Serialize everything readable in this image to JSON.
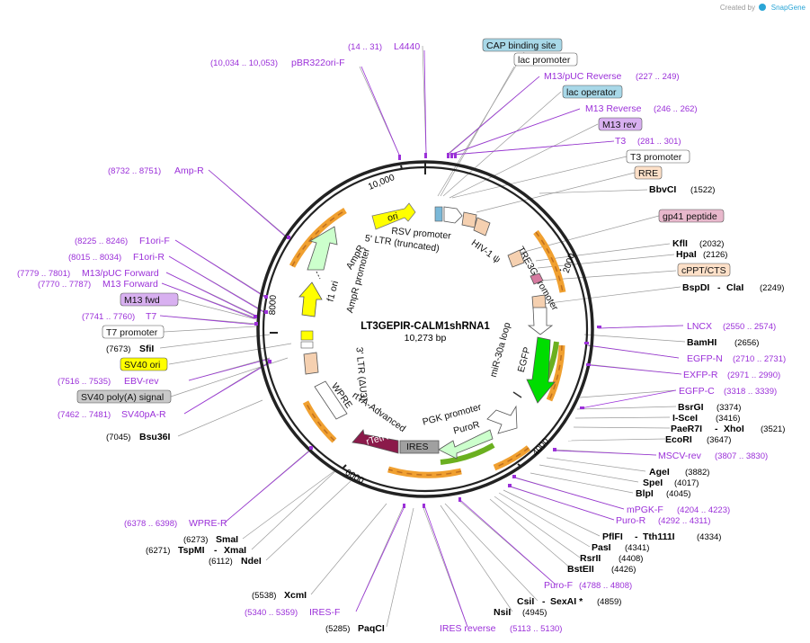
{
  "credit": {
    "text": "Created by",
    "brand": "SnapGene"
  },
  "plasmid": {
    "name": "LT3GEPIR-CALM1shRNA1",
    "length": "10,273 bp"
  },
  "ticks": [
    "10,000",
    "2000",
    "4000",
    "6000",
    "8000"
  ],
  "features_on_map": [
    "ori",
    "RSV promoter",
    "5' LTR (truncated)",
    "HIV-1 ψ",
    "TRE3G promoter",
    "AmpR",
    "AmpR promoter",
    "f1 ori",
    "3' LTR (ΔU3)",
    "WPRE",
    "rtTA-Advanced",
    "rTetR",
    "IRES",
    "PGK promoter",
    "PuroR",
    "miR-30a loop",
    "EGFP"
  ],
  "annotations": {
    "l4440": {
      "coord": "(14 .. 31)",
      "name": "L4440"
    },
    "pbr322": {
      "coord": "(10,034 .. 10,053)",
      "name": "pBR322ori-F"
    },
    "cap": {
      "name": "CAP binding site"
    },
    "lacprom": {
      "name": "lac promoter"
    },
    "m13puc_rev": {
      "name": "M13/pUC Reverse",
      "coord": "(227 .. 249)"
    },
    "lacop": {
      "name": "lac operator"
    },
    "m13rev": {
      "name": "M13 Reverse",
      "coord": "(246 .. 262)"
    },
    "m13revbox": {
      "name": "M13 rev"
    },
    "t3": {
      "name": "T3",
      "coord": "(281 .. 301)"
    },
    "t3prom": {
      "name": "T3 promoter"
    },
    "rre": {
      "name": "RRE"
    },
    "bbvci": {
      "name": "BbvCI",
      "coord": "(1522)"
    },
    "gp41": {
      "name": "gp41 peptide"
    },
    "kfli": {
      "name": "KflI",
      "coord": "(2032)"
    },
    "hpai": {
      "name": "HpaI",
      "coord": "(2126)"
    },
    "cppt": {
      "name": "cPPT/CTS"
    },
    "bspdi": {
      "name": "BspDI",
      "sep": "-",
      "name2": "ClaI",
      "coord": "(2249)"
    },
    "lncx": {
      "name": "LNCX",
      "coord": "(2550 .. 2574)"
    },
    "bamhi": {
      "name": "BamHI",
      "coord": "(2656)"
    },
    "egfpn": {
      "name": "EGFP-N",
      "coord": "(2710 .. 2731)"
    },
    "exfpr": {
      "name": "EXFP-R",
      "coord": "(2971 .. 2990)"
    },
    "egfpc": {
      "name": "EGFP-C",
      "coord": "(3318 .. 3339)"
    },
    "bsrgi": {
      "name": "BsrGI",
      "coord": "(3374)"
    },
    "iscei": {
      "name": "I-SceI",
      "coord": "(3416)"
    },
    "paer7i": {
      "name": "PaeR7I",
      "sep": "-",
      "name2": "XhoI",
      "coord": "(3521)"
    },
    "ecori": {
      "name": "EcoRI",
      "coord": "(3647)"
    },
    "msvc": {
      "name": "MSCV-rev",
      "coord": "(3807 .. 3830)"
    },
    "agei": {
      "name": "AgeI",
      "coord": "(3882)"
    },
    "spei": {
      "name": "SpeI",
      "coord": "(4017)"
    },
    "blpi": {
      "name": "BlpI",
      "coord": "(4045)"
    },
    "mpgkf": {
      "name": "mPGK-F",
      "coord": "(4204 .. 4223)"
    },
    "puror": {
      "name": "Puro-R",
      "coord": "(4292 .. 4311)"
    },
    "pflfi": {
      "name": "PflFI",
      "sep": "-",
      "name2": "Tth111I",
      "coord": "(4334)"
    },
    "pasi": {
      "name": "PasI",
      "coord": "(4341)"
    },
    "rsrii": {
      "name": "RsrII",
      "coord": "(4408)"
    },
    "bsteii": {
      "name": "BstEII",
      "coord": "(4426)"
    },
    "purof": {
      "name": "Puro-F",
      "coord": "(4788 .. 4808)"
    },
    "csii": {
      "name": "CsiI",
      "sep": "-",
      "name2": "SexAI *",
      "coord": "(4859)"
    },
    "nsii": {
      "name": "NsiI",
      "coord": "(4945)"
    },
    "iresrev": {
      "name": "IRES reverse",
      "coord": "(5113 .. 5130)"
    },
    "paqci": {
      "coord": "(5285)",
      "name": "PaqCI"
    },
    "iresf": {
      "coord": "(5340 .. 5359)",
      "name": "IRES-F"
    },
    "xcmi": {
      "coord": "(5538)",
      "name": "XcmI"
    },
    "ndei": {
      "coord": "(6112)",
      "name": "NdeI"
    },
    "tspmi": {
      "coord": "(6271)",
      "name": "TspMI",
      "sep": "-",
      "name2": "XmaI"
    },
    "smai": {
      "coord": "(6273)",
      "name": "SmaI"
    },
    "wprer": {
      "coord": "(6378 .. 6398)",
      "name": "WPRE-R"
    },
    "bsu36i": {
      "coord": "(7045)",
      "name": "Bsu36I"
    },
    "sv40pa_r": {
      "coord": "(7462 .. 7481)",
      "name": "SV40pA-R"
    },
    "sv40polya": {
      "name": "SV40 poly(A) signal"
    },
    "ebvrev": {
      "coord": "(7516 .. 7535)",
      "name": "EBV-rev"
    },
    "sv40ori": {
      "name": "SV40 ori"
    },
    "sfii": {
      "coord": "(7673)",
      "name": "SfiI"
    },
    "t7prom": {
      "name": "T7 promoter"
    },
    "t7": {
      "coord": "(7741 .. 7760)",
      "name": "T7"
    },
    "m13fwd": {
      "name": "M13 fwd"
    },
    "m13forward": {
      "coord": "(7770 .. 7787)",
      "name": "M13 Forward"
    },
    "m13pucfwd": {
      "coord": "(7779 .. 7801)",
      "name": "M13/pUC Forward"
    },
    "f1orir": {
      "coord": "(8015 .. 8034)",
      "name": "F1ori-R"
    },
    "f1orif": {
      "coord": "(8225 .. 8246)",
      "name": "F1ori-F"
    },
    "ampr": {
      "coord": "(8732 .. 8751)",
      "name": "Amp-R"
    }
  },
  "colors": {
    "primer": "#9b30d9",
    "ori": "#ffff00",
    "ampr": "#ccffcc",
    "egfp": "#00dd00",
    "rtetr": "#8b1a4a",
    "ires": "#a0a0a0",
    "orf": "#f0a030",
    "ltr": "#f5d0b0"
  }
}
